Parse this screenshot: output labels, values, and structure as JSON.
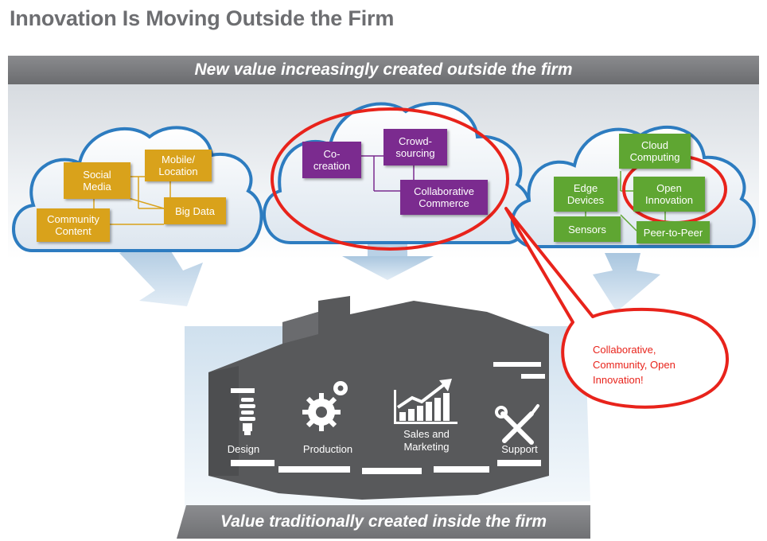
{
  "title": "Innovation Is Moving Outside the Firm",
  "top_banner": "New value increasingly created outside the firm",
  "bottom_banner": "Value traditionally created inside the firm",
  "clouds": {
    "left": {
      "nodes": {
        "social_media": "Social\nMedia",
        "mobile_location": "Mobile/\nLocation",
        "community_content": "Community\nContent",
        "big_data": "Big Data"
      }
    },
    "middle": {
      "nodes": {
        "co_creation": "Co-\ncreation",
        "crowdsourcing": "Crowd-\nsourcing",
        "collaborative_commerce": "Collaborative\nCommerce"
      }
    },
    "right": {
      "nodes": {
        "cloud_computing": "Cloud\nComputing",
        "edge_devices": "Edge\nDevices",
        "open_innovation": "Open\nInnovation",
        "sensors": "Sensors",
        "peer_to_peer": "Peer-to-Peer"
      }
    }
  },
  "departments": {
    "design": "Design",
    "production": "Production",
    "sales_marketing": "Sales and\nMarketing",
    "support": "Support"
  },
  "callout": "Collaborative,\nCommunity, Open\nInnovation!",
  "colors": {
    "gold": "#d9a21b",
    "purple": "#7b2b8f",
    "green": "#5fa632",
    "highlight_red": "#e8231b",
    "cloud_outline": "#2d7cc0",
    "building": "#58595b"
  }
}
